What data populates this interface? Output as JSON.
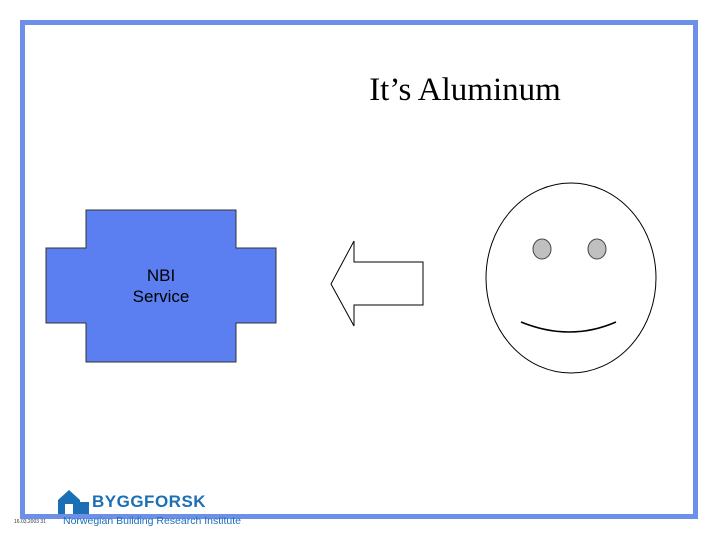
{
  "slide": {
    "title": "It’s Aluminum",
    "frame_color": "#6e8fe8"
  },
  "service_box": {
    "line1": "NBI",
    "line2": "Service",
    "fill_color": "#5b7ff0"
  },
  "arrow": {
    "direction": "left"
  },
  "face": {
    "eye_color": "#c0c0c0"
  },
  "footer": {
    "logo_name": "BYGGFORSK",
    "logo_subtitle": "Norwegian Building Research Institute",
    "code": "16.03.2003   31",
    "brand_color": "#1b6fb5"
  }
}
